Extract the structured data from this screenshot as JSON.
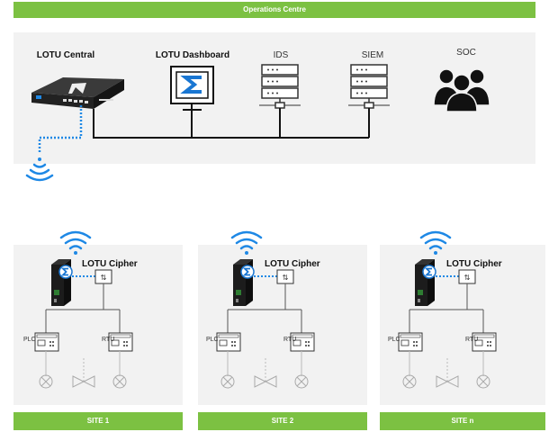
{
  "operations_centre": {
    "title": "Operations Centre",
    "nodes": [
      {
        "label": "LOTU Central",
        "icon": "network-appliance-icon"
      },
      {
        "label": "LOTU Dashboard",
        "icon": "dashboard-monitor-icon"
      },
      {
        "label": "IDS",
        "icon": "server-rack-icon"
      },
      {
        "label": "SIEM",
        "icon": "server-rack-icon"
      },
      {
        "label": "SOC",
        "icon": "people-group-icon"
      }
    ]
  },
  "sites": [
    {
      "name": "SITE 1",
      "cipher_label": "LOTU Cipher",
      "plc_label": "PLC",
      "rtu_label": "RTU"
    },
    {
      "name": "SITE 2",
      "cipher_label": "LOTU Cipher",
      "plc_label": "PLC",
      "rtu_label": "RTU"
    },
    {
      "name": "SITE n",
      "cipher_label": "LOTU Cipher",
      "plc_label": "PLC",
      "rtu_label": "RTU"
    }
  ],
  "colors": {
    "accent_green": "#7cc142",
    "panel_grey": "#f2f2f2",
    "wifi_blue": "#1e88e5",
    "sigma_blue": "#1976d2",
    "line_black": "#111111"
  }
}
